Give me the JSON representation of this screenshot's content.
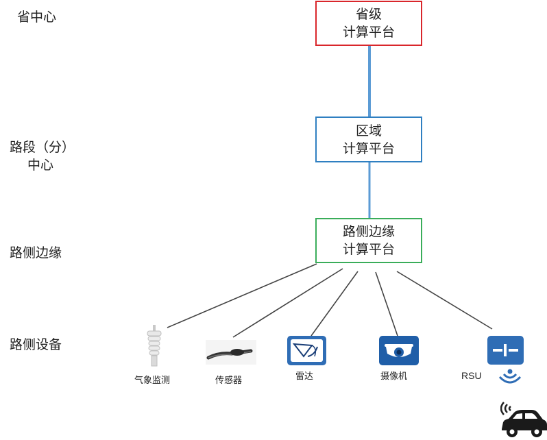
{
  "levels": {
    "province": "省中心",
    "segment_line1": "路段（分）",
    "segment_line2": "中心",
    "edge": "路侧边缘",
    "device": "路侧设备"
  },
  "nodes": {
    "province": {
      "line1": "省级",
      "line2": "计算平台",
      "border_color": "#d9262b"
    },
    "region": {
      "line1": "区域",
      "line2": "计算平台",
      "border_color": "#2f7fc1"
    },
    "edge": {
      "line1": "路侧边缘",
      "line2": "计算平台",
      "border_color": "#3aad5a"
    }
  },
  "devices": {
    "weather": "气象监测",
    "sensor": "传感器",
    "radar": "雷达",
    "camera": "摄像机",
    "rsu": "RSU"
  },
  "colors": {
    "link_thick": "#5b9bd5",
    "link_lines": "#444444",
    "icon_blue": "#2f6db5",
    "camera_blue": "#1f5ea8"
  }
}
